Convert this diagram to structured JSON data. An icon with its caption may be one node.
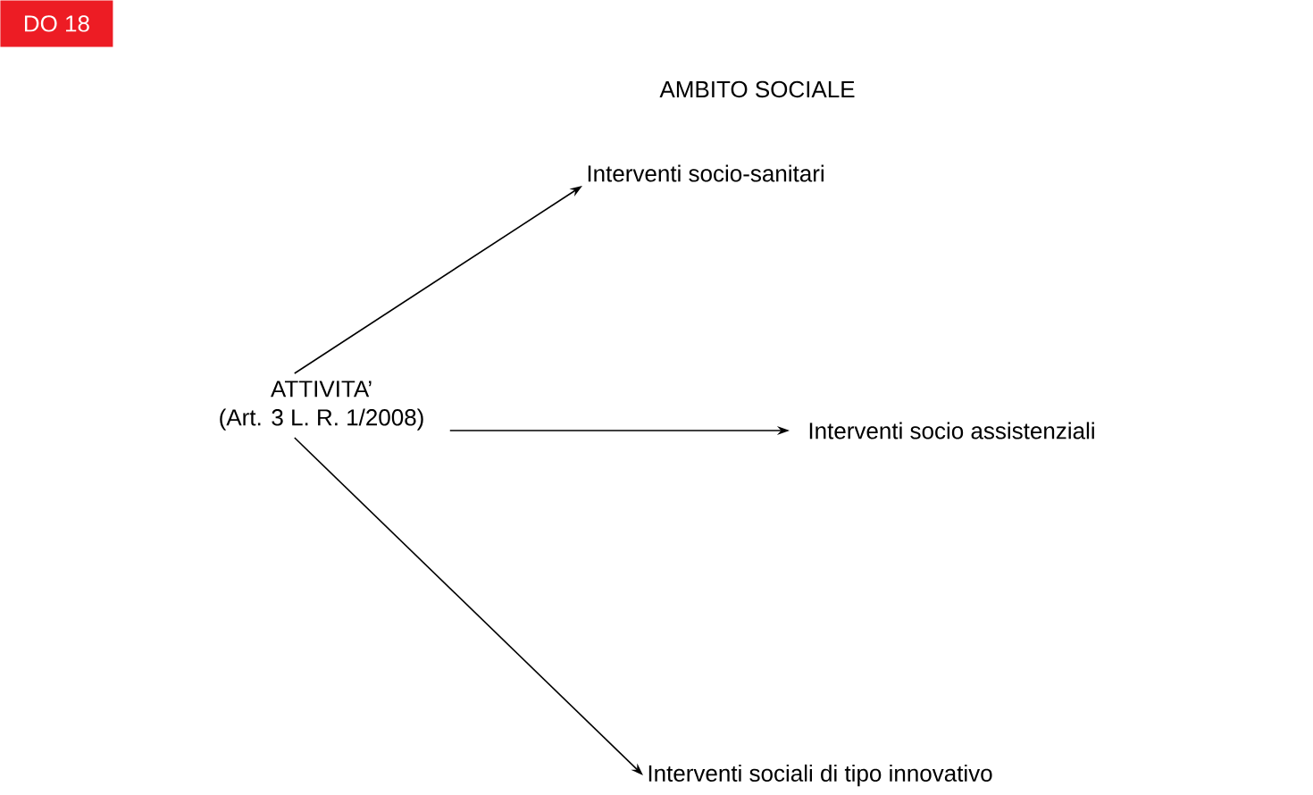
{
  "diagram": {
    "title": "AMBITO SOCIALE",
    "nodes": [
      {
        "text": [
          "ATTIVITA’",
          "(Art. 3 L. R. 1/2008)"
        ]
      },
      {
        "text": [
          "Interventi socio-sanitari"
        ]
      },
      {
        "text": [
          "Interventi socio assistenziali"
        ]
      },
      {
        "text": [
          "Interventi sociali di tipo innovativo"
        ]
      }
    ],
    "edges": [
      {
        "from": 0,
        "to": 1,
        "arrow": "to"
      },
      {
        "from": 0,
        "to": 2,
        "arrow": "to"
      },
      {
        "from": 0,
        "to": 3,
        "arrow": "to"
      }
    ],
    "labels": [
      "DO 18"
    ]
  }
}
